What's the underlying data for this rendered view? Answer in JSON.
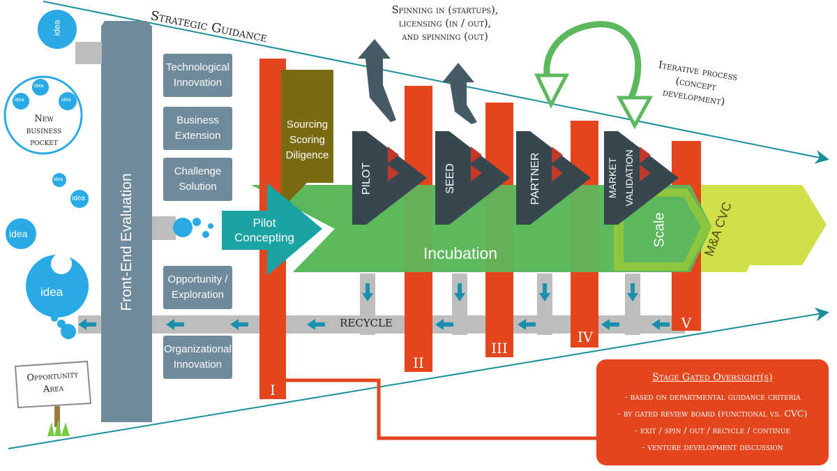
{
  "guidance": {
    "strategic": "Strategic Guidance",
    "spinning": [
      "Spinning in (startups),",
      "licensing (in / out),",
      "and spinning (out)"
    ],
    "iterative": [
      "Iterative process",
      "(concept",
      "development)"
    ]
  },
  "ideas": {
    "word": "idea",
    "new_business_pocket": [
      "New",
      "business",
      "pocket"
    ],
    "opportunity_area": [
      "Opportunity",
      "Area"
    ]
  },
  "front_end": "Front-End Evaluation",
  "categories": [
    "Technological Innovation",
    "Business Extension",
    "Challenge Solution",
    "Opportunity / Exploration",
    "Organizational Innovation"
  ],
  "sourcing": [
    "Sourcing",
    "Scoring",
    "Diligence"
  ],
  "pilot_concepting": [
    "Pilot",
    "Concepting"
  ],
  "incubation": "Incubation",
  "stages": [
    "PILOT",
    "SEED",
    "PARTNER",
    "MARKET",
    "VALIDATION"
  ],
  "scale": "Scale",
  "ma_cvc": "M&A CVC",
  "recycle": "RECYCLE",
  "gates": [
    "I",
    "II",
    "III",
    "IV",
    "V"
  ],
  "oversight": {
    "title": "Stage Gated Oversight(s)",
    "items": [
      "- based on departmental guidance criteria",
      "- by gated review board (functional vs. CVC)",
      "- exit / spin / out / recycle / continue",
      "- venture development discussion"
    ]
  },
  "colors": {
    "slate": "#6f8a9a",
    "orange": "#e5451c",
    "green": "#5cb85c",
    "teal": "#1aa3a3",
    "dark": "#37474f",
    "olive": "#7a6a12",
    "lime": "#cfe048",
    "blue": "#29a9e6"
  }
}
